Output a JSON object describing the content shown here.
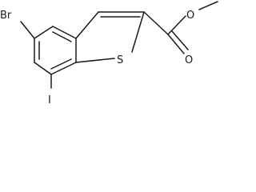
{
  "diagram": {
    "type": "chemical-structure",
    "atom_labels": {
      "bromine": "Br",
      "iodine": "I",
      "sulfur": "S",
      "carbonyl_oxygen": "O",
      "ester_oxygen": "O"
    },
    "colors": {
      "line": "#1a1a1a",
      "background": "#ffffff"
    }
  }
}
